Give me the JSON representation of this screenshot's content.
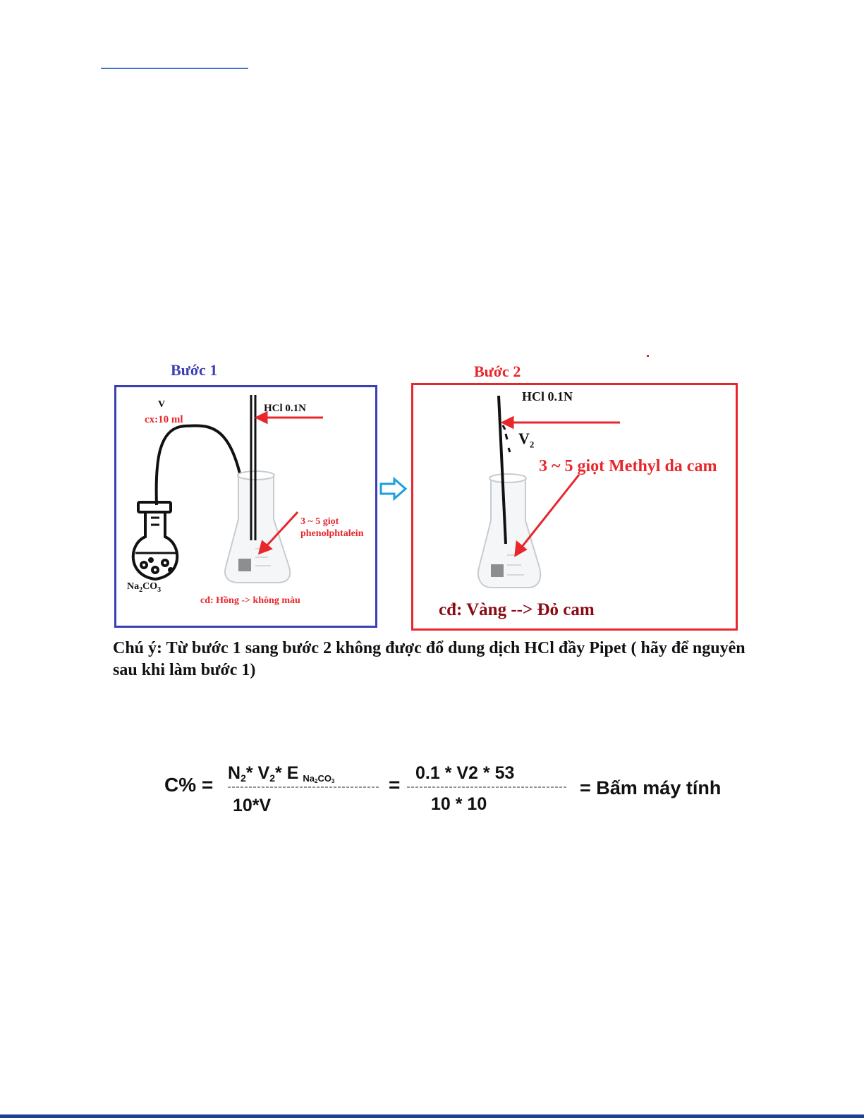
{
  "step1": {
    "title": "Bước 1",
    "v_label": "V",
    "cx_label": "cx:10 ml",
    "hcl_label": "HCl 0.1N",
    "drops_line1": "3 ~ 5 giọt",
    "drops_line2": "phenolphtalein",
    "flask_label": "Na",
    "flask_sub1": "2",
    "flask_mid": "CO",
    "flask_sub2": "3",
    "endpoint": "cđ: Hồng -> không màu"
  },
  "step2": {
    "title": "Bước 2",
    "hcl_label": "HCl 0.1N",
    "v2_main": "V",
    "v2_sub": "2",
    "drops": "3 ~ 5 giọt Methyl da cam",
    "endpoint": "cđ: Vàng --> Đỏ cam"
  },
  "note": "Chú ý: Từ bước 1 sang bước 2 không được đổ dung dịch HCl đầy Pipet ( hãy để nguyên sau khi làm bước 1)",
  "formula": {
    "lhs": "C% =",
    "num1_a": "N",
    "num1_sub_a": "2",
    "num1_b": "* V",
    "num1_sub_b": "2",
    "num1_c": "* E",
    "num1_sub_c": "Na",
    "num1_sub_c2": "2",
    "num1_sub_c3": "CO",
    "num1_sub_c4": "3",
    "den1": "10*V",
    "eq": "=",
    "num2": "0.1 * V2 * 53",
    "den2": "10 * 10",
    "rhs": "= Bấm máy tính"
  },
  "colors": {
    "blue_box": "#3a3fb5",
    "red_box": "#e8262b",
    "red_text": "#e8262b",
    "dark_red_text": "#8b0b14"
  }
}
